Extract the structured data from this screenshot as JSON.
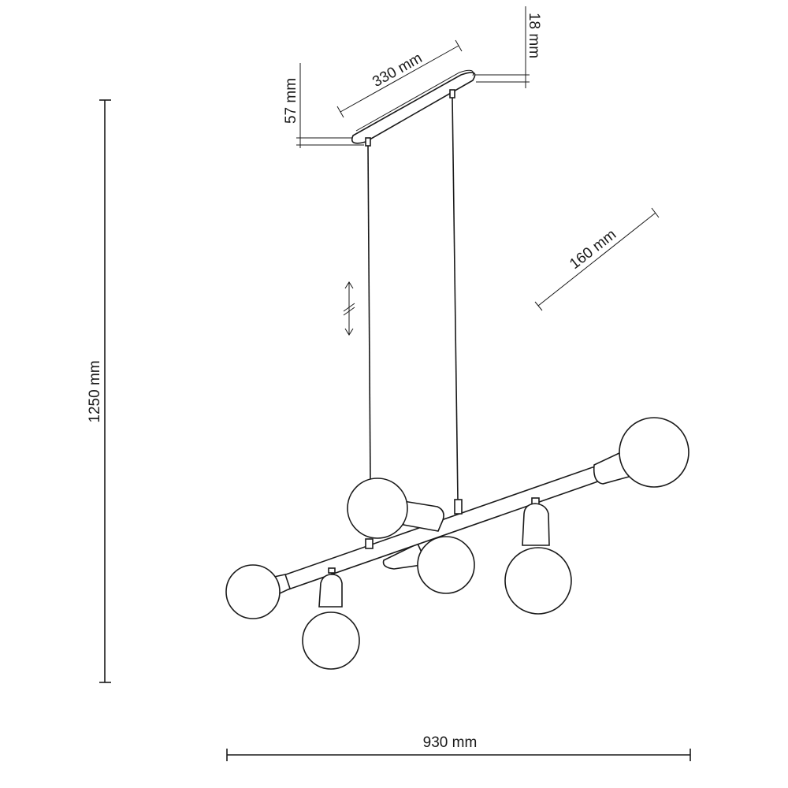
{
  "dimensions": {
    "total_height": "1250 mm",
    "total_width": "930 mm",
    "canopy_length": "330 mm",
    "canopy_height": "57 mm",
    "canopy_thickness": "18 mm",
    "bulb_diameter": "160 mm"
  },
  "colors": {
    "line": "#1a1a1a",
    "background": "#ffffff"
  },
  "icons": {
    "adjustable_cable": "double-arrow-break-icon"
  }
}
